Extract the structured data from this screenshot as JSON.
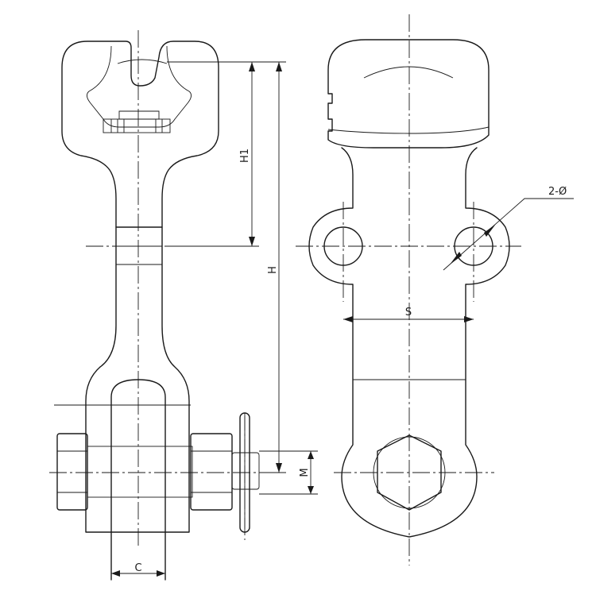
{
  "labels": {
    "h1": "H1",
    "h": "H",
    "m": "M",
    "c": "C",
    "s": "S",
    "hole": "2-Ø"
  }
}
